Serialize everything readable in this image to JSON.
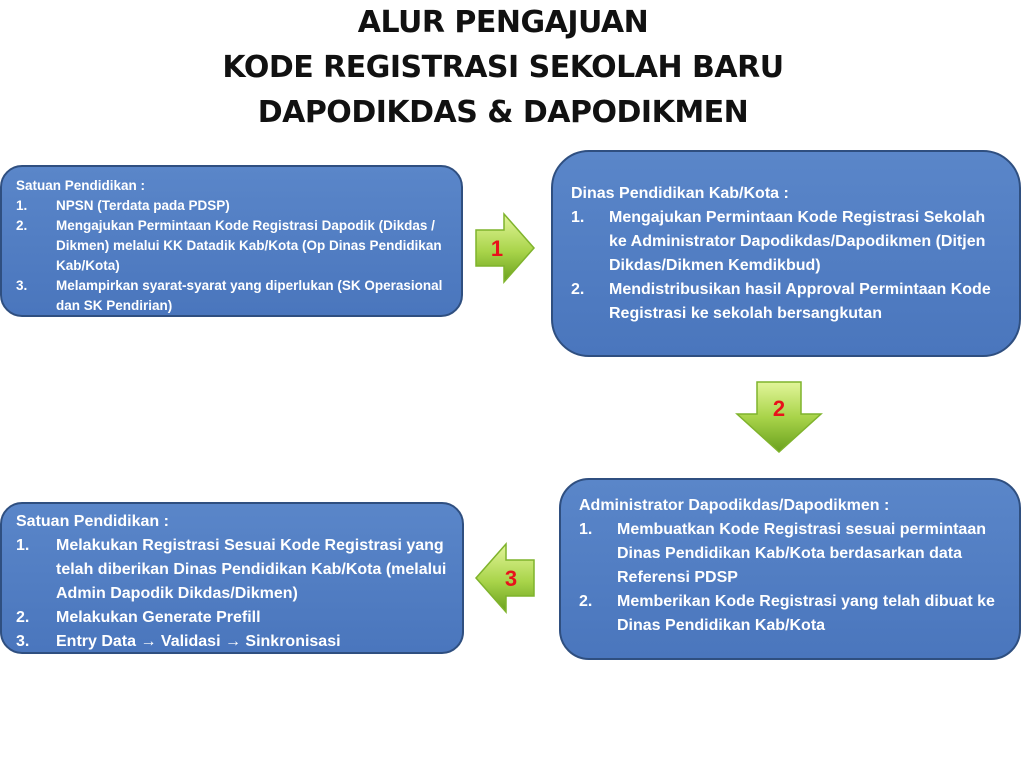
{
  "title": {
    "line1": "ALUR PENGAJUAN",
    "line2": "KODE REGISTRASI SEKOLAH BARU",
    "line3": "DAPODIKDAS & DAPODIKMEN"
  },
  "boxes": {
    "box1": {
      "heading": "Satuan Pendidikan :",
      "items": [
        {
          "num": "1.",
          "text": "NPSN (Terdata pada PDSP)"
        },
        {
          "num": "2.",
          "text": "Mengajukan Permintaan Kode Registrasi Dapodik (Dikdas / Dikmen) melalui KK Datadik Kab/Kota (Op Dinas Pendidikan Kab/Kota)"
        },
        {
          "num": "3.",
          "text": "Melampirkan syarat-syarat yang diperlukan (SK Operasional dan SK Pendirian)"
        }
      ]
    },
    "box2": {
      "heading": "Dinas Pendidikan Kab/Kota :",
      "items": [
        {
          "num": "1.",
          "text": "Mengajukan Permintaan Kode Registrasi Sekolah ke Administrator Dapodikdas/Dapodikmen (Ditjen Dikdas/Dikmen Kemdikbud)"
        },
        {
          "num": "2.",
          "text": "Mendistribusikan hasil Approval Permintaan Kode Registrasi ke sekolah bersangkutan"
        }
      ]
    },
    "box3": {
      "heading": "Administrator Dapodikdas/Dapodikmen :",
      "items": [
        {
          "num": "1.",
          "text": "Membuatkan Kode Registrasi sesuai permintaan Dinas Pendidikan Kab/Kota berdasarkan data Referensi PDSP"
        },
        {
          "num": "2.",
          "text": "Memberikan Kode Registrasi yang telah dibuat ke Dinas Pendidikan Kab/Kota"
        }
      ]
    },
    "box4": {
      "heading": "Satuan Pendidikan :",
      "items": [
        {
          "num": "1.",
          "text": "Melakukan Registrasi Sesuai Kode Registrasi yang telah diberikan Dinas Pendidikan Kab/Kota (melalui Admin Dapodik Dikdas/Dikmen)"
        },
        {
          "num": "2.",
          "text": "Melakukan Generate Prefill"
        },
        {
          "num": "3.",
          "text": "Entry Data → Validasi → Sinkronisasi"
        }
      ]
    }
  },
  "arrows": {
    "step1": {
      "label": "1",
      "direction": "right"
    },
    "step2": {
      "label": "2",
      "direction": "down"
    },
    "step3": {
      "label": "3",
      "direction": "left"
    }
  },
  "colors": {
    "box_fill": "#4f7cc2",
    "box_border": "#2f4f80",
    "arrow_light": "#d6f07a",
    "arrow_dark": "#6aa11e",
    "step_label": "#e8121b"
  }
}
